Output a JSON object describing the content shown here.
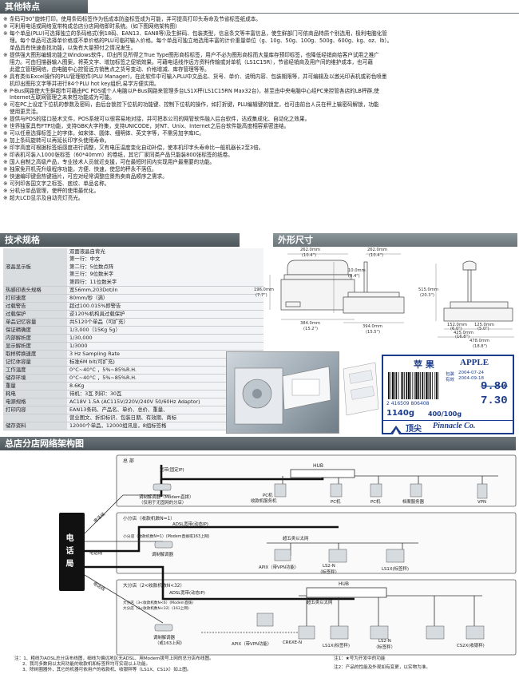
{
  "sections": {
    "features": "其他特点",
    "spec": "技术规格",
    "dimensions": "外形尺寸",
    "network": "总店分店网络架构图"
  },
  "features": [
    {
      "t": "条码可90°旋转打印。使用条码标签作为低成本防盗标签成为可能，并可提高打印头寿命及节省标签纸成本。"
    },
    {
      "t": "可利用电话或网络宽带构成总店分店网络即时系统。(如下图网络架构图)"
    },
    {
      "t": "每个单品(PLU)可选择独立的条码格式(例18码、EAN13、EAN8等)及生鲜码、包装类型，信息条文等丰富信息，使生鲜部门可依商品特质个别选用，极利电脑化管"
    },
    {
      "t": "理。每个单品可选择单价格或不单价格的PLU可临时输入价格。每个单品可独立地选用丰富的计价重量单位（g、10g、50g、100g、500g、600g、kg、oz、lb）。",
      "cont": true
    },
    {
      "t": "单品具有快速查找功能，以免有大量预付之情况发生。",
      "cont": true
    },
    {
      "t": "提供强大图形编辑功能之Windows软件，印出所见所得之True Type图形商标标签，用户不必为图形商标而大量库存预印标签，也降低经销商给客户试用之推广"
    },
    {
      "t": "阻力。可由扫描器输入图案，将英文字、增加标签之促销效果。可藉电话线作远方资料传输或对单机（LS1C15R），节省经销商及用户间的维护成本，也可藉",
      "cont": true
    },
    {
      "t": "此建立管理网络，由电脑中心控管远方销售点之货号变动、价格增减、库存管理等等。",
      "cont": true
    },
    {
      "t": "具有类似Excel操作的PLU管理软件(PLU Manager)，在此软件中可输入PLU中文品名、货号、单价、说明内容、包装期限等，并可编辑及以激光印表机或彩色喷墨"
    },
    {
      "t": "机印出图形文字等并进行84个PLU hot key组织,易学方便实用。",
      "cont": true
    },
    {
      "t": "P-Bus网路使大生鲜超市可藉由PC POS或个人电脑以P-Bus网路来管理多台LS1X秤(LS1C15RN Max32台)，甚至由中央电脑中心经PC来控管各店的LB秤群,使"
    },
    {
      "t": "Internet互联网管理之未来性功能成为可能。",
      "cont": true
    },
    {
      "t": "可在PC上设定下位机的参数及密码，由后台锁控下位机的功能键、控制下位机的操作，如打折键，PLU编辑键的锁定，也可由前台人员在秤上输密码解锁，功能"
    },
    {
      "t": "使用更灵活。",
      "cont": true
    },
    {
      "t": "提供与POS的接口技术文件，POS系统可以很容易地对接，并可把本公司的网管软件融入后台软件，达成集成化、自动化之效果。"
    },
    {
      "t": "世界独家具有FTP功能，支持GBK大字符集，支持UNICODE，对NT、Unix、Internet之后台软件能高度相容紧密连结。"
    },
    {
      "t": "可以任意选择标签上的字体，如宋体、圆体、细明体、英文字等，不需另加字库IC。"
    },
    {
      "t": "加上条码旋转可以再延长印字头使用寿命。"
    },
    {
      "t": "印字高度可根据标签纸感度进行调整，又有电压温度变化自动补偿，使本机印字头寿命比一般机器长2至3倍。"
    },
    {
      "t": "印表机可装入1000张标签（60*40mm）的卷纸，其它厂家同类产品只能装800张标签的纸卷。"
    },
    {
      "t": "国人自制之高级产品，专业技术人员就近支援，可在最短时间内实现用户最需要的功能。"
    },
    {
      "t": "独家免开机壳升级程序功能，方便、快速，使您的秤永不落伍。"
    },
    {
      "t": "快速编印键盘热键插片，可应对经常调整应景热卖商品顺序之需求。"
    },
    {
      "t": "可列印各国文字之标签、底纹、单品名称。"
    },
    {
      "t": "分机分单品管理，使秤的使用最优化。"
    },
    {
      "t": "超大LCD显示及自动亮灯亮光。"
    }
  ],
  "spec": {
    "lcd_key": "液晶显示板",
    "lcd_values": [
      "双面液晶自背光",
      "第一行：中文",
      "第二行：5位数点阵",
      "第三行：9位数米字",
      "第四行：11位数米字"
    ],
    "rows": [
      {
        "k": "热感印表头规格",
        "v": "宽56mm,203Dot/in"
      },
      {
        "k": "打印速度",
        "v": "80mm/秒（满）"
      },
      {
        "k": "过载警告",
        "v": "超过100.015%即警告"
      },
      {
        "k": "过载保护",
        "v": "逆120%机构具过载保护"
      },
      {
        "k": "单品记忆容量",
        "v": "共5120个单品（可扩充）"
      },
      {
        "k": "保证精确度",
        "v": "1/3,000（15Kg 5g）"
      },
      {
        "k": "内部解析度",
        "v": "1/30,000"
      },
      {
        "k": "显示解析度",
        "v": "1/3000"
      },
      {
        "k": "取样转换速度",
        "v": "3 Hz Sampling Rate"
      },
      {
        "k": "记忆体容量",
        "v": "标准6M bit(可扩充)"
      },
      {
        "k": "工作温度",
        "v": "0°C~40°C ，5%~85%R.H."
      },
      {
        "k": "储存环境",
        "v": "0°C~40°C ，5%~85%R.H."
      },
      {
        "k": "重量",
        "v": "8.6Kg"
      },
      {
        "k": "耗电",
        "v": "待机：3瓦 列印：30瓦"
      },
      {
        "k": "电源规格",
        "v": "AC18V 1.5A (AC115V/220V/240V 50/60Hz Adaptor)"
      },
      {
        "k": "打印内容",
        "v": "EAN13条码、产品名、单价、总价、重量、"
      },
      {
        "k": "",
        "v": "营业图文、折扣标识、包装日期、有效期、商标"
      },
      {
        "k": "储存资料",
        "v": "12000个单品，12000组讯息，8组标签格"
      }
    ]
  },
  "dimensions": {
    "labels": [
      "262.0mm",
      "(10.4\")",
      "10.0mm",
      "(0.4\")",
      "262.0mm",
      "(10.4\")",
      "384.0mm",
      "(15.2\")",
      "196.0mm",
      "(7.7\")",
      "394.0mm",
      "(15.5\")",
      "515.0mm",
      "(20.3\")",
      "152.0mm",
      "(6.0\")",
      "125.0mm",
      "(5.0\")",
      "425.0mm",
      "(16.8\")",
      "478.0mm",
      "(18.8\")"
    ]
  },
  "label_sample": {
    "name": "苹 果",
    "name_en": "APPLE",
    "pack_label": "包装",
    "pack_date": "2004-07-24",
    "valid_label": "有效",
    "valid_date": "2004-09-18",
    "old_price": "9.80",
    "new_price": "7.30",
    "barcode_digits": "2 416509 806408",
    "weight": "1140g",
    "unit_price": "400/100g",
    "company_cn": "顶尖",
    "company_en": "Pinnacle Co."
  },
  "network": {
    "hq": "总 部",
    "broadband_fixed_ip": "宽带(固定IP)",
    "hub": "HUB",
    "modem_line": "调制解调器（Modem直拨）",
    "modem_note": "（仅用于无固网的分店）",
    "pc_server": "PC机",
    "pc_server2": "收款机服务机",
    "pc": "PC机",
    "pc2": "PC机",
    "archive_server": "档案服务器",
    "vpn": "VPN",
    "phone_bureau": "电话局",
    "phone_line": "电话线",
    "small_branch": "小分店（收款机数N=1）",
    "adsl_dynamic": "ADSL宽带(动态IP)",
    "small_note": "小分店（收款机数N=1）(Modem直拨或163上网)",
    "small_modem": "调制解调器",
    "small_apix": "APIX（带VPN功能）",
    "supermarket": "超五类以太网",
    "ls2n": "LS2-N",
    "ls2n_label": "（标签秤）",
    "ls1x": "LS1X(标签秤)",
    "large_branch": "大分店（2<收款机数N<32）",
    "large_adsl": "ADSL宽带(动态IP)",
    "large_hub": "HUB",
    "large_note1": "大分店（3<收款机数N<6）(Modem直拨)",
    "large_note2": "大分店（3<收款机数N<32）(163上网)",
    "large_modem": "调制解调器",
    "large_modem2": "（或163上网）",
    "large_apix": "APIX（带VPN功能）",
    "cr6xe": "CR6XE-N",
    "large_ls1x": "LS1X(标签秤)",
    "large_ls2n": "LS2-N",
    "large_ls2n_label": "（标签秤）",
    "cs2x": "CS2X(收银秤)",
    "supermarket2": "超五类以太网"
  },
  "notes": {
    "n1": "注：1、粗线为ADSL总分店布线图，细线为偏远地区无ADSL、用Modem拨号上网的总分店布线图。",
    "n2": "2、我司多数网以太网功能的收款机和标签秤均可实现以上功能。",
    "n3": "3、除树圈器外，其它的机器可依用户的收款机、收银秤等（LS1X、CS1X）如上图。",
    "r1": "注1：★号为开发中的功能",
    "r2": "注2：产品的性能及外观如有变更，以实物为准。"
  }
}
